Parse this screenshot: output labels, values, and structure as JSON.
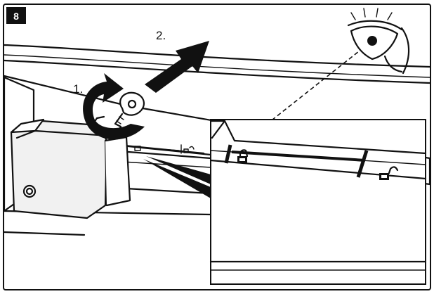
{
  "figure": {
    "step_number": "8",
    "steps": [
      {
        "label": "1."
      },
      {
        "label": "2."
      }
    ]
  },
  "colors": {
    "ink": "#111111",
    "paper": "#ffffff",
    "badge": "#111111"
  },
  "icons": [
    "eye-icon",
    "key-icon",
    "lock-closed-icon",
    "lock-open-icon"
  ]
}
